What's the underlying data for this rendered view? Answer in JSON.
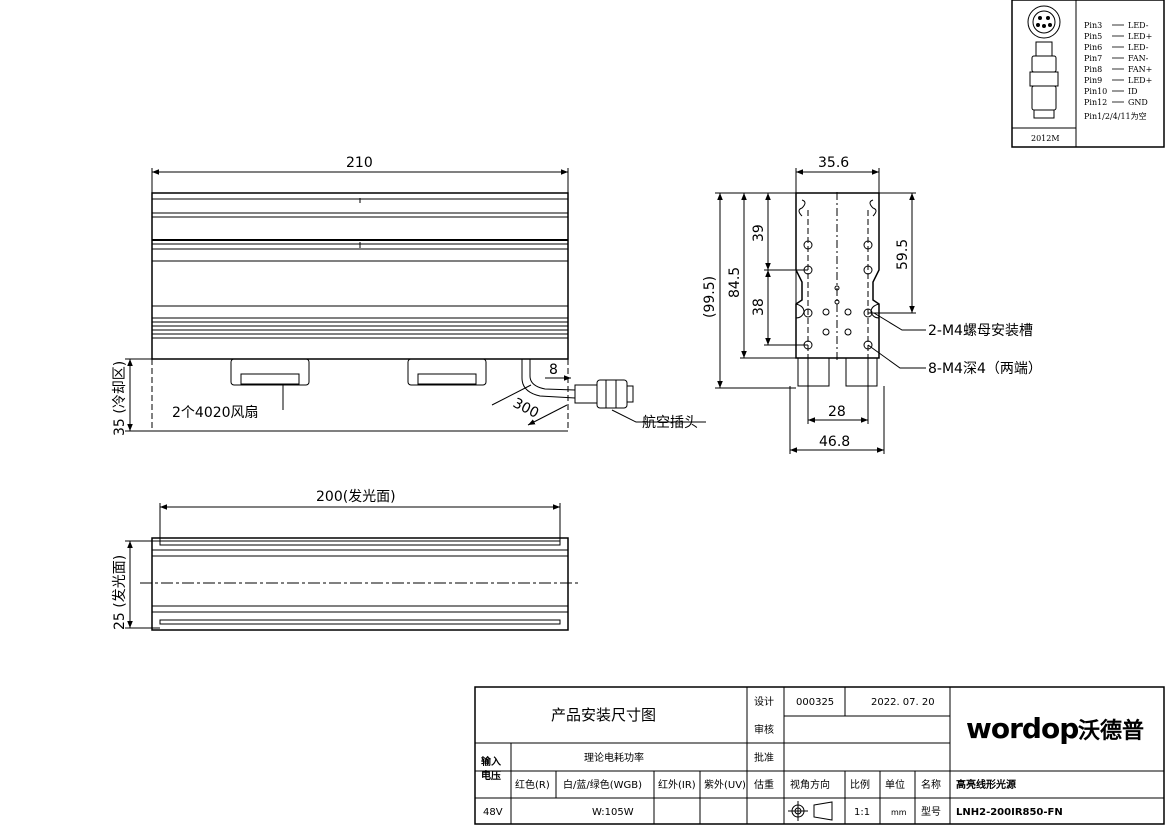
{
  "dimensions": {
    "overall_length": "210",
    "cooling_zone": "35 (冷却区)",
    "cable_length": "300",
    "cable_offset": "8",
    "width_top": "35.6",
    "height_total": "(99.5)",
    "height_84": "84.5",
    "height_39": "39",
    "height_38": "38",
    "height_59": "59.5",
    "width_28": "28",
    "width_46": "46.8",
    "emit_length": "200(发光面)",
    "emit_height": "25 (发光面)"
  },
  "callouts": {
    "fans": "2个4020风扇",
    "connector": "航空插头",
    "nut_slot": "2-M4螺母安装槽",
    "screw_holes": "8-M4深4（两端）"
  },
  "connector_box": {
    "model": "2012M",
    "pins": [
      {
        "pin": "Pin3",
        "sig": "LED-"
      },
      {
        "pin": "Pin5",
        "sig": "LED+"
      },
      {
        "pin": "Pin6",
        "sig": "LED-"
      },
      {
        "pin": "Pin7",
        "sig": "FAN-"
      },
      {
        "pin": "Pin8",
        "sig": "FAN+"
      },
      {
        "pin": "Pin9",
        "sig": "LED+"
      },
      {
        "pin": "Pin10",
        "sig": "ID"
      },
      {
        "pin": "Pin12",
        "sig": "GND"
      }
    ],
    "note": "Pin1/2/4/11为空"
  },
  "title_block": {
    "title": "产品安装尺寸图",
    "design_label": "设计",
    "design_value": "000325",
    "date": "2022. 07. 20",
    "review_label": "审核",
    "approve_label": "批准",
    "input_voltage_label_1": "输入",
    "input_voltage_label_2": "电压",
    "power_label": "理论电耗功率",
    "col_red": "红色(R)",
    "col_wbg": "白/蓝/绿色(WGB)",
    "col_ir": "红外(IR)",
    "col_uv": "紫外(UV)",
    "weight_label": "估重",
    "view_label": "视角方向",
    "scale_label": "比例",
    "unit_label": "单位",
    "name_label": "名称",
    "name_value": "高亮线形光源",
    "voltage_value": "48V",
    "power_value": "W:105W",
    "scale_value": "1:1",
    "unit_value": "mm",
    "model_label": "型号",
    "model_value": "LNH2-200IR850-FN",
    "brand_latin": "wordop",
    "brand_cn": "沃德普"
  },
  "colors": {
    "line": "#000000",
    "background": "#ffffff"
  }
}
